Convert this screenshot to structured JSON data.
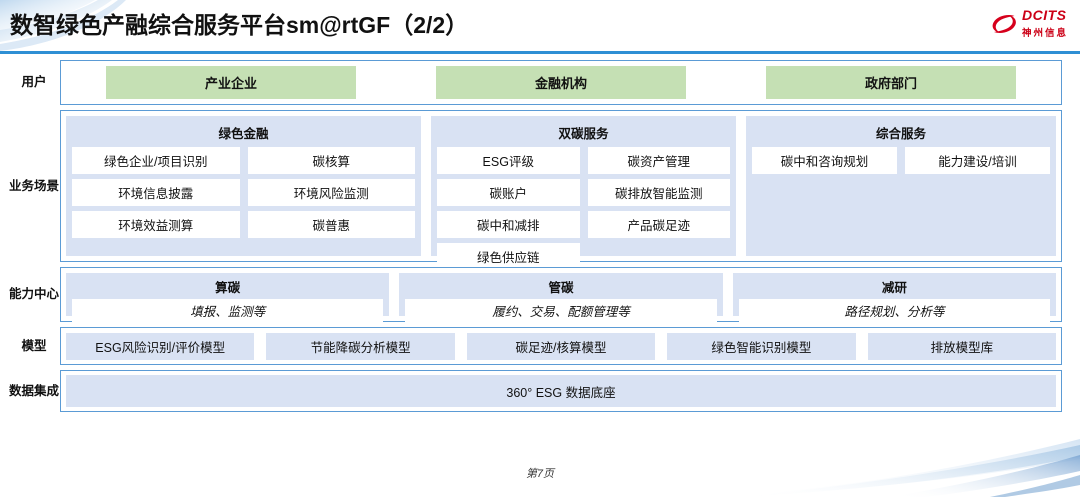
{
  "header": {
    "title": "数智绿色产融综合服务平台sm@rtGF（2/2）",
    "logo_main": "DCITS",
    "logo_sub": "神州信息",
    "accent_color": "#2e8fd4",
    "logo_color": "#cc0016"
  },
  "colors": {
    "user_box": "#c5e0b4",
    "panel_blue": "#d9e2f3",
    "border_blue": "#5b9bd5",
    "item_white": "#ffffff"
  },
  "rows": {
    "user": {
      "label": "用户",
      "items": [
        "产业企业",
        "金融机构",
        "政府部门"
      ]
    },
    "scenario": {
      "label": "业务场景",
      "groups": [
        {
          "title": "绿色金融",
          "items": [
            "绿色企业/项目识别",
            "碳核算",
            "环境信息披露",
            "环境风险监测",
            "环境效益测算",
            "碳普惠"
          ]
        },
        {
          "title": "双碳服务",
          "items": [
            "ESG评级",
            "碳资产管理",
            "碳账户",
            "碳排放智能监测",
            "碳中和减排",
            "产品碳足迹",
            "绿色供应链"
          ]
        },
        {
          "title": "综合服务",
          "items": [
            "碳中和咨询规划",
            "能力建设/培训"
          ]
        }
      ]
    },
    "capability": {
      "label": "能力中心",
      "groups": [
        {
          "title": "算碳",
          "sub": "填报、监测等"
        },
        {
          "title": "管碳",
          "sub": "履约、交易、配额管理等"
        },
        {
          "title": "减研",
          "sub": "路径规划、分析等"
        }
      ]
    },
    "model": {
      "label": "模型",
      "items": [
        "ESG风险识别/评价模型",
        "节能降碳分析模型",
        "碳足迹/核算模型",
        "绿色智能识别模型",
        "排放模型库"
      ]
    },
    "data": {
      "label": "数据集成",
      "bar": "360° ESG 数据底座"
    }
  },
  "footer": {
    "page_text": "第7页"
  }
}
